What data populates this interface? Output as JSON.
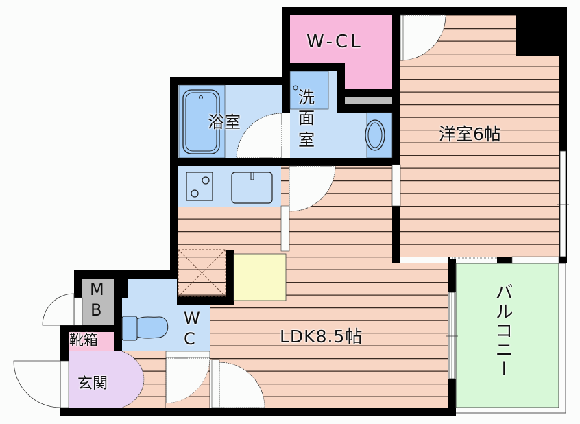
{
  "floorplan": {
    "rooms": {
      "wcl": {
        "label": "W-CL",
        "color": "#f8b8dc"
      },
      "western_room": {
        "label": "洋室6帖",
        "color": "#f8d6c4"
      },
      "bathroom": {
        "label": "浴室",
        "color": "#c8e0f8"
      },
      "washroom": {
        "label": "洗\n面\n室",
        "label_chars": [
          "洗",
          "面",
          "室"
        ],
        "color": "#c8e0f8"
      },
      "ldk": {
        "label": "LDK8.5帖",
        "color": "#f8d6c4"
      },
      "balcony": {
        "label": "バルコニー",
        "color": "#d8f8d8"
      },
      "wc": {
        "label_chars": [
          "W",
          "C"
        ],
        "color": "#c8e0f8"
      },
      "mb": {
        "label_chars": [
          "M",
          "B"
        ],
        "color": "#b8b8b8"
      },
      "shoe_box": {
        "label": "靴箱",
        "color": "#f8c4dc"
      },
      "entrance": {
        "label": "玄関",
        "color": "#e8d4f4"
      },
      "kitchen": {
        "color": "#c8e0f8"
      },
      "storage_yellow": {
        "color": "#fafac8"
      }
    },
    "colors": {
      "wall": "#000000",
      "floor_stripe": "#3a2a22",
      "fixture_blue": "#a8d0f8",
      "door_white": "#fbfcfb"
    }
  }
}
